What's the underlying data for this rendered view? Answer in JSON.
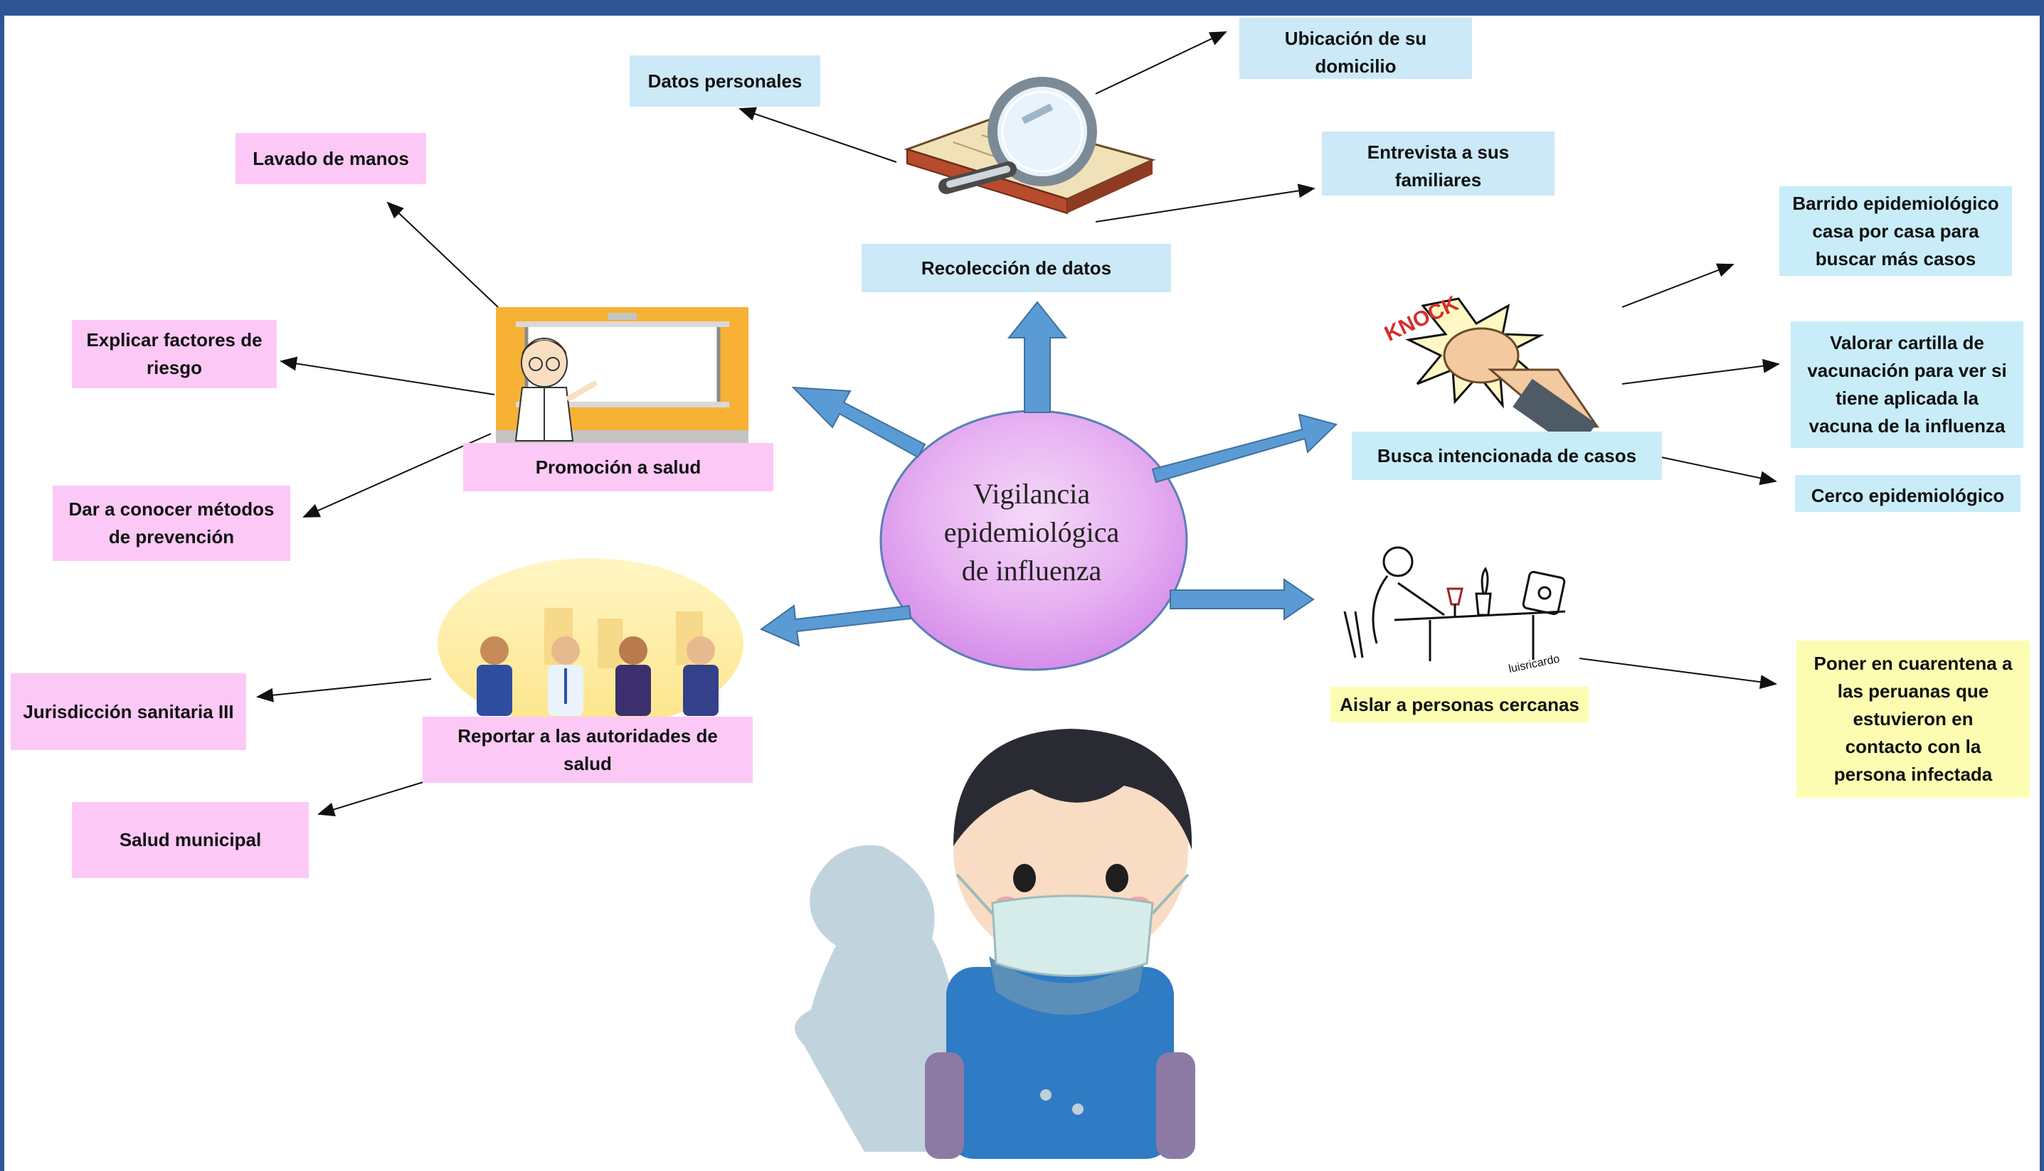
{
  "center": {
    "label": "Vigilancia\nepidemiológica\nde influenza"
  },
  "nodes": {
    "recoleccion": "Recolección de datos",
    "datos_personales": "Datos personales",
    "ubicacion": "Ubicación de su\ndomicilio",
    "entrevista": "Entrevista a sus\nfamiliares",
    "promocion": "Promoción a salud",
    "lavado": "Lavado de manos",
    "factores": "Explicar factores de\nriesgo",
    "metodos": "Dar a conocer métodos\nde prevención",
    "reportar": "Reportar a las autoridades de\nsalud",
    "jurisdiccion": "Jurisdicción sanitaria III",
    "municipal": "Salud municipal",
    "busca": "Busca intencionada de casos",
    "barrido": "Barrido epidemiológico\ncasa por casa para\nbuscar más casos",
    "cartilla": "Valorar cartilla de\nvacunación para ver si\ntiene aplicada la\nvacuna de la influenza",
    "cerco": "Cerco epidemiológico",
    "aislar": "Aislar a personas cercanas",
    "cuarentena": "Poner en cuarentena a\nlas peruanas que\nestuvieron  en\ncontacto con la\npersona infectada"
  },
  "illustrations": {
    "knock_text": "KNOCK",
    "signature": "luisricardo"
  },
  "colors": {
    "pink": "#fcc9f7",
    "light_blue": "#cbe9f7",
    "yellow": "#fdfdb2",
    "arrow_blue": "#5b9bd5",
    "frame": "#2f5597"
  }
}
